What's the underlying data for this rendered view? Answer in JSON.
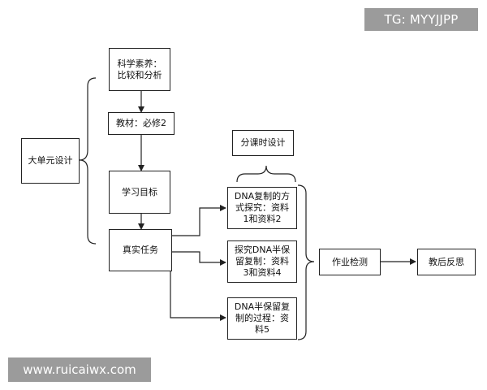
{
  "nodes": {
    "big_unit": "大单元设计",
    "literacy": "科学素养：\n比较和分析",
    "textbook": "教材：必修2",
    "goals": "学习目标",
    "task": "真实任务",
    "lesson_design": "分课时设计",
    "lesson1": "DNA复制的方\n式探究：资料\n1和资料2",
    "lesson2": "探究DNA半保\n留复制：资料\n3和资料4",
    "lesson3": "DNA半保留复\n制的过程：资\n料5",
    "homework": "作业检测",
    "reflection": "教后反思"
  },
  "watermarks": {
    "tg": "TG: MYYJJPP",
    "site": "www.ruicaiwx.com"
  }
}
